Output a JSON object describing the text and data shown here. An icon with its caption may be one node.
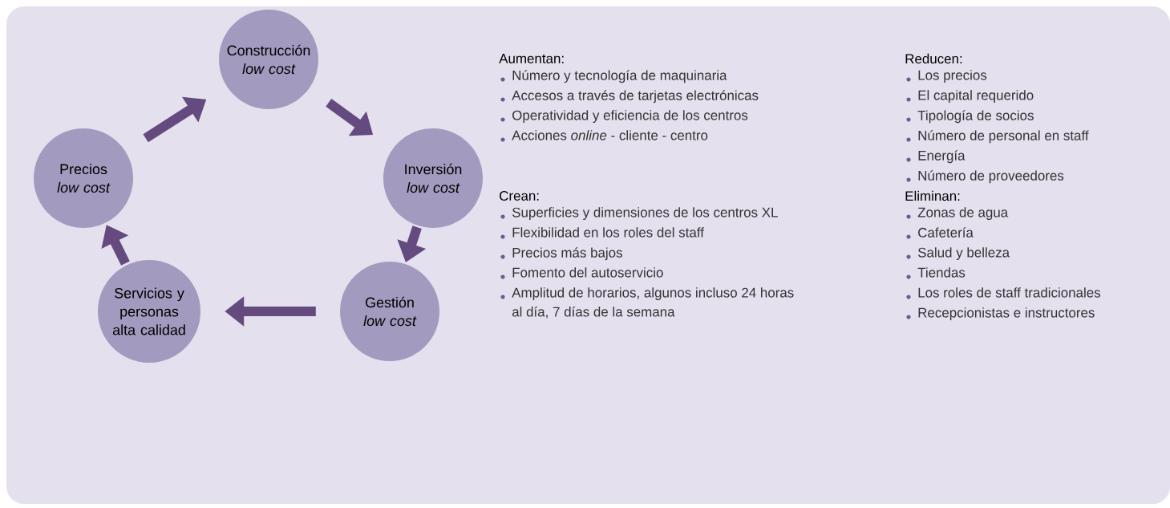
{
  "diagram": {
    "nodes": [
      {
        "text": [
          "Construcción",
          "low cost"
        ]
      },
      {
        "text": [
          "Inversión",
          "low cost"
        ]
      },
      {
        "text": [
          "Gestión",
          "low cost"
        ]
      },
      {
        "text": [
          "Servicios y personas alta calidad"
        ]
      },
      {
        "text": [
          "Precios",
          "low cost"
        ]
      }
    ],
    "edges": [
      {
        "from": 0,
        "to": 1,
        "arrow": "to"
      },
      {
        "from": 1,
        "to": 2,
        "arrow": "to"
      },
      {
        "from": 2,
        "to": 3,
        "arrow": "to"
      },
      {
        "from": 3,
        "to": 4,
        "arrow": "to"
      },
      {
        "from": 4,
        "to": 0,
        "arrow": "to"
      }
    ],
    "labels": [
      "Aumentan:",
      "Número y tecnología de maquinaria",
      "Accesos a través de tarjetas electrónicas",
      "Operatividad y eficiencia de los centros",
      "Acciones *online* - cliente - centro",
      "Reducen:",
      "Los precios",
      "El capital requerido",
      "Tipología de socios",
      "Número de personal en staff",
      "Energía",
      "Número de proveedores",
      "Crean:",
      "Superficies y dimensiones de los centros XL",
      "Flexibilidad en los roles del staff",
      "Precios más bajos",
      "Fomento del autoservicio",
      "Amplitud de horarios, algunos incluso 24 horas al día, 7 días de la semana",
      "Eliminan:",
      "Zonas de agua",
      "Cafetería",
      "Salud y belleza",
      "Tiendas",
      "Los roles de staff  tradicionales",
      "Recepcionistas e instructores"
    ]
  }
}
